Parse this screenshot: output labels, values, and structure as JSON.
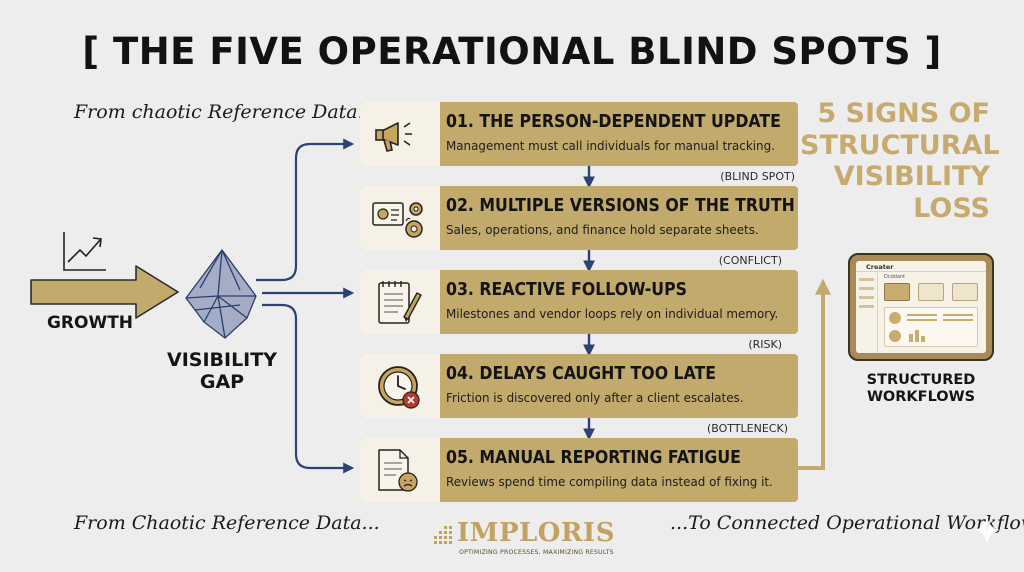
{
  "title": "[ THE FIVE OPERATIONAL BLIND SPOTS ]",
  "top_left_script": "From chaotic Reference Data...",
  "bottom_left_script": "From Chaotic Reference Data...",
  "bottom_right_script": "...To Connected Operational Workflow",
  "growth_label": "GROWTH",
  "gap_label_line1": "VISIBILITY",
  "gap_label_line2": "GAP",
  "signs_heading": [
    "5 SIGNS OF",
    "STRUCTURAL",
    "VISIBILITY",
    "LOSS"
  ],
  "workflow_label_line1": "STRUCTURED",
  "workflow_label_line2": "WORKFLOWS",
  "tablet": {
    "app_title": "Creater",
    "dashboard_title": "Dcddant"
  },
  "rows": [
    {
      "title": "01. THE PERSON-DEPENDENT UPDATE",
      "description": "Management must call individuals for manual tracking.",
      "icon": "megaphone-icon",
      "tag": "(BLIND SPOT)"
    },
    {
      "title": "02. MULTIPLE VERSIONS OF THE TRUTH",
      "description": "Sales, operations, and finance hold separate sheets.",
      "icon": "gears-icon",
      "tag": "(CONFLICT)"
    },
    {
      "title": "03. REACTIVE FOLLOW-UPS",
      "description": "Milestones and vendor loops rely on individual memory.",
      "icon": "notepad-icon",
      "tag": "(RISK)"
    },
    {
      "title": "04. DELAYS CAUGHT TOO LATE",
      "description": "Friction is discovered only after a client escalates.",
      "icon": "clock-icon",
      "tag": "(BOTTLENECK)"
    },
    {
      "title": "05. MANUAL REPORTING FATIGUE",
      "description": "Reviews spend time compiling data instead of fixing it.",
      "icon": "report-icon",
      "tag": ""
    }
  ],
  "logo": {
    "name": "IMPLORIS",
    "tagline": "OPTIMIZING PROCESSES, MAXIMIZING RESULTS"
  },
  "colors": {
    "gold": "#c2a96c",
    "navy": "#2b4372",
    "background": "#ededed"
  }
}
